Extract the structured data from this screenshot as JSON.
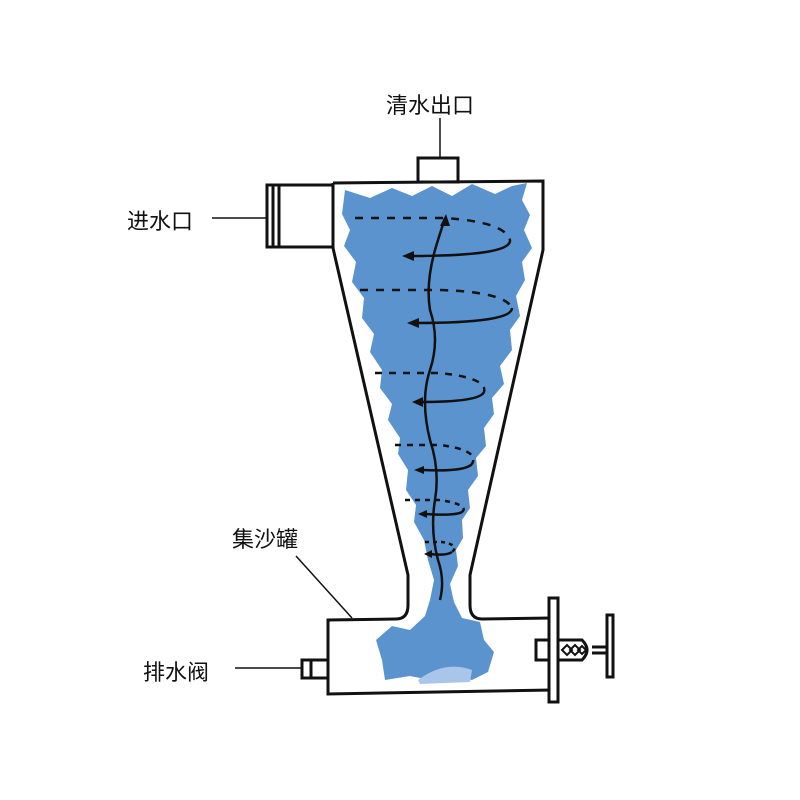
{
  "labels": {
    "clean_water_outlet": "清水出口",
    "water_inlet": "进水口",
    "sand_collector": "集沙罐",
    "drain_valve": "排水阀"
  },
  "colors": {
    "water": "#5b93cf",
    "water_light": "#a9c6ea",
    "line": "#111111"
  }
}
